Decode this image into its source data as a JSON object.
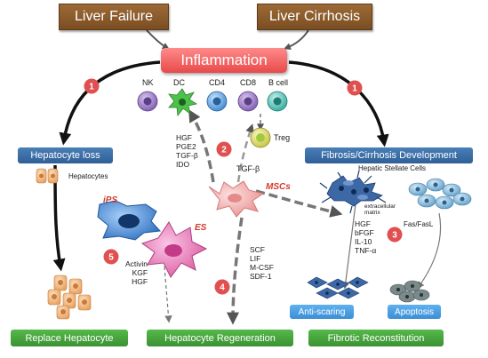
{
  "top_boxes": {
    "left": "Liver Failure",
    "right": "Liver Cirrhosis"
  },
  "inflammation": "Inflammation",
  "immune_cells": [
    "NK",
    "DC",
    "CD4",
    "CD8",
    "B cell"
  ],
  "treg": "Treg",
  "mediators_dc": [
    "HGF",
    "PGE2",
    "TGF-β",
    "IDO"
  ],
  "mediator_treg": "TGF-β",
  "mscs": "MSCs",
  "ips": "iPS",
  "es": "ES",
  "hepatocyte_loss": "Hepatocyte loss",
  "hepatocytes": "Hepatocytes",
  "fibrosis_box": "Fibrosis/Cirrhosis Development",
  "hepatic_stellate": "Hepatic Stellate Cells",
  "extracellular_matrix": [
    "extracellular",
    "matrix"
  ],
  "antifibrotic_factors": [
    "HGF",
    "bFGF",
    "IL-10",
    "TNF-α"
  ],
  "fas": "Fas/FasL",
  "regen_factors": [
    "SCF",
    "LIF",
    "M-CSF",
    "SDF-1"
  ],
  "es_factors": [
    "Activin",
    "KGF",
    "HGF"
  ],
  "anti_scaring": "Anti-scaring",
  "apoptosis": "Apoptosis",
  "bottom_boxes": {
    "left": "Replace Hepatocyte",
    "middle": "Hepatocyte Regeneration",
    "right": "Fibrotic Reconstitution"
  },
  "step_numbers": [
    "1",
    "1",
    "2",
    "3",
    "4",
    "5"
  ],
  "colors": {
    "brown": "#8a5a2b",
    "inflammation": "#f06060",
    "blue": "#3a6ea8",
    "light_blue": "#4aa0e6",
    "green": "#46a83c",
    "badge_red": "#e05050",
    "msc_pink": "#f4a0a0",
    "ips_blue": "#3a7fd0",
    "es_pink": "#e870b0"
  }
}
